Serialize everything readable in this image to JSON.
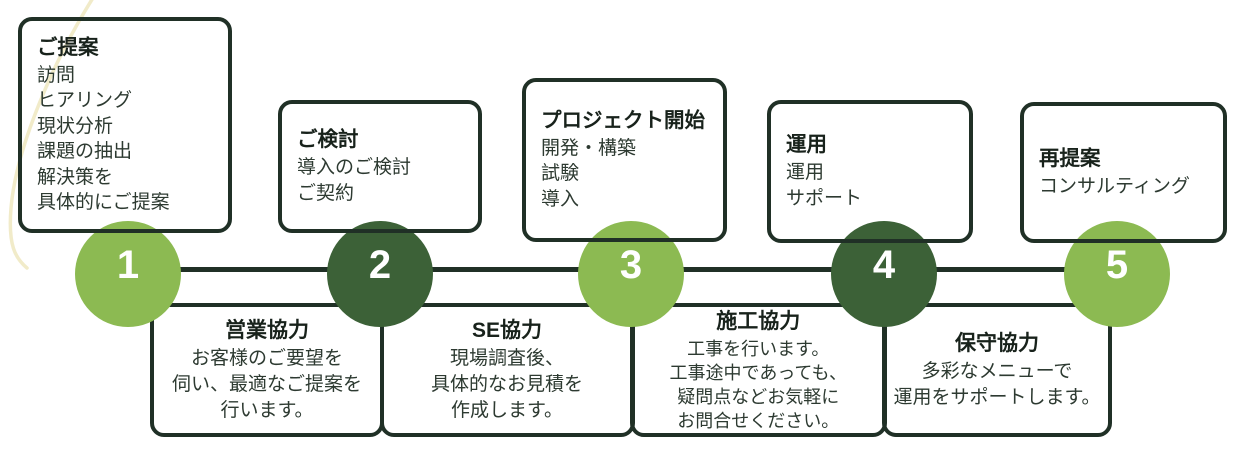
{
  "diagram": {
    "steps": [
      {
        "number": "1",
        "circle_color_role": "light"
      },
      {
        "number": "2",
        "circle_color_role": "dark"
      },
      {
        "number": "3",
        "circle_color_role": "light"
      },
      {
        "number": "4",
        "circle_color_role": "dark"
      },
      {
        "number": "5",
        "circle_color_role": "light"
      }
    ],
    "top_boxes": [
      {
        "title": "ご提案",
        "lines": [
          "訪問",
          "ヒアリング",
          "現状分析",
          "課題の抽出",
          "解決策を",
          "具体的にご提案"
        ]
      },
      {
        "title": "ご検討",
        "lines": [
          "導入のご検討",
          "ご契約"
        ]
      },
      {
        "title": "プロジェクト開始",
        "lines": [
          "開発・構築",
          "試験",
          "導入"
        ]
      },
      {
        "title": "運用",
        "lines": [
          "運用",
          "サポート"
        ]
      },
      {
        "title": "再提案",
        "lines": [
          "コンサルティング"
        ]
      }
    ],
    "bottom_boxes": [
      {
        "title": "営業協力",
        "lines": [
          "お客様のご要望を",
          "伺い、最適なご提案を",
          "行います。"
        ]
      },
      {
        "title": "SE協力",
        "lines": [
          "現場調査後、",
          "具体的なお見積を",
          "作成します。"
        ]
      },
      {
        "title": "施工協力",
        "lines": [
          "工事を行います。",
          "工事途中であっても、",
          "疑問点などお気軽に",
          "お問合せください。"
        ]
      },
      {
        "title": "保守協力",
        "lines": [
          "多彩なメニューで",
          "運用をサポートします。"
        ]
      }
    ],
    "colors": {
      "light_green": "#8cba52",
      "dark_green": "#3c6137",
      "line_dark": "#203026",
      "decorative_curve": "#f1ebc9",
      "number_text": "#ffffff"
    }
  }
}
